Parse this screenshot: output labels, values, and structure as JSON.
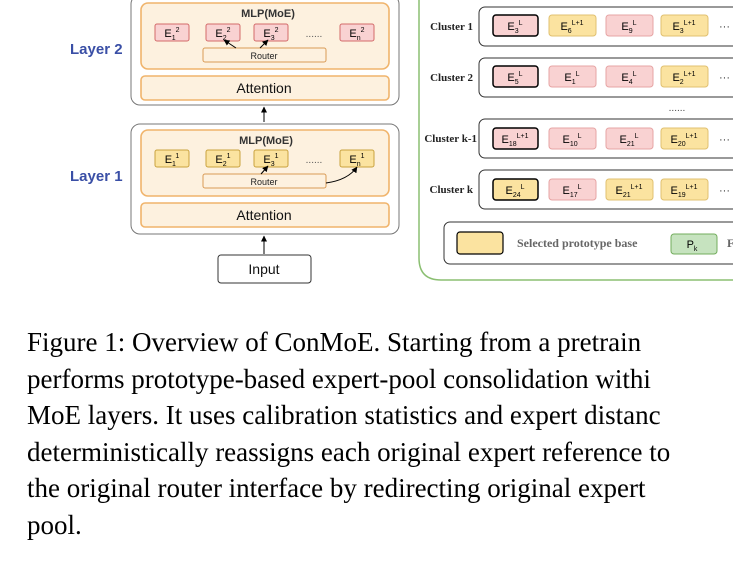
{
  "colors": {
    "layer_label": "#3a4fa6",
    "block_fill": "#fdf1df",
    "block_stroke": "#f0b46c",
    "red_expert_fill": "#f9d2d2",
    "red_expert_stroke": "#d36a6a",
    "yellow_expert_fill": "#fbe3a0",
    "yellow_expert_stroke": "#c9a23e",
    "green_fill": "#c6e3bf",
    "green_stroke": "#73ad5d",
    "panel_stroke": "#8bbf72"
  },
  "left": {
    "layer2": {
      "label": "Layer 2",
      "mlp_title": "MLP(MoE)",
      "router_label": "Router",
      "attention_label": "Attention",
      "dots": "......",
      "experts": [
        {
          "base": "E",
          "sub": "1",
          "sup": "2"
        },
        {
          "base": "E",
          "sub": "2",
          "sup": "2"
        },
        {
          "base": "E",
          "sub": "3",
          "sup": "2"
        },
        {
          "base": "E",
          "sub": "n",
          "sup": "2"
        }
      ]
    },
    "layer1": {
      "label": "Layer 1",
      "mlp_title": "MLP(MoE)",
      "router_label": "Router",
      "attention_label": "Attention",
      "dots": "......",
      "experts": [
        {
          "base": "E",
          "sub": "1",
          "sup": "1"
        },
        {
          "base": "E",
          "sub": "2",
          "sup": "1"
        },
        {
          "base": "E",
          "sub": "3",
          "sup": "1"
        },
        {
          "base": "E",
          "sub": "n",
          "sup": "1"
        }
      ]
    },
    "input_label": "Input"
  },
  "right": {
    "between_dots": "......",
    "trailing_dots": "···",
    "clusters": [
      {
        "label": "Cluster 1",
        "experts": [
          {
            "base": "E",
            "sub": "3",
            "sup": "L",
            "kind": "red",
            "selected": true
          },
          {
            "base": "E",
            "sub": "6",
            "sup": "L+1",
            "kind": "yellow",
            "selected": false
          },
          {
            "base": "E",
            "sub": "9",
            "sup": "L",
            "kind": "red",
            "selected": false
          },
          {
            "base": "E",
            "sub": "3",
            "sup": "L+1",
            "kind": "yellow",
            "selected": false
          }
        ]
      },
      {
        "label": "Cluster 2",
        "experts": [
          {
            "base": "E",
            "sub": "5",
            "sup": "L",
            "kind": "red",
            "selected": true
          },
          {
            "base": "E",
            "sub": "1",
            "sup": "L",
            "kind": "red",
            "selected": false
          },
          {
            "base": "E",
            "sub": "4",
            "sup": "L",
            "kind": "red",
            "selected": false
          },
          {
            "base": "E",
            "sub": "2",
            "sup": "L+1",
            "kind": "yellow",
            "selected": false
          }
        ]
      },
      {
        "label": "Cluster k-1",
        "experts": [
          {
            "base": "E",
            "sub": "18",
            "sup": "L+1",
            "kind": "red",
            "selected": true
          },
          {
            "base": "E",
            "sub": "10",
            "sup": "L",
            "kind": "red",
            "selected": false
          },
          {
            "base": "E",
            "sub": "21",
            "sup": "L",
            "kind": "red",
            "selected": false
          },
          {
            "base": "E",
            "sub": "20",
            "sup": "L+1",
            "kind": "yellow",
            "selected": false
          }
        ]
      },
      {
        "label": "Cluster k",
        "experts": [
          {
            "base": "E",
            "sub": "24",
            "sup": "L",
            "kind": "yellow",
            "selected": true
          },
          {
            "base": "E",
            "sub": "17",
            "sup": "L",
            "kind": "red",
            "selected": false
          },
          {
            "base": "E",
            "sub": "21",
            "sup": "L+1",
            "kind": "yellow",
            "selected": false
          },
          {
            "base": "E",
            "sub": "19",
            "sup": "L+1",
            "kind": "yellow",
            "selected": false
          }
        ]
      }
    ],
    "legend": {
      "selected_label": "Selected prototype base",
      "pk_base": "P",
      "pk_sub": "k",
      "trailing_text": "F"
    }
  },
  "caption": {
    "lines": [
      "Figure 1: Overview of ConMoE. Starting from a pretrain",
      "performs prototype-based expert-pool consolidation withi",
      "MoE layers. It uses calibration statistics and expert distanc",
      "deterministically reassigns each original expert reference to",
      "the original router interface by redirecting original expert",
      "pool."
    ]
  }
}
